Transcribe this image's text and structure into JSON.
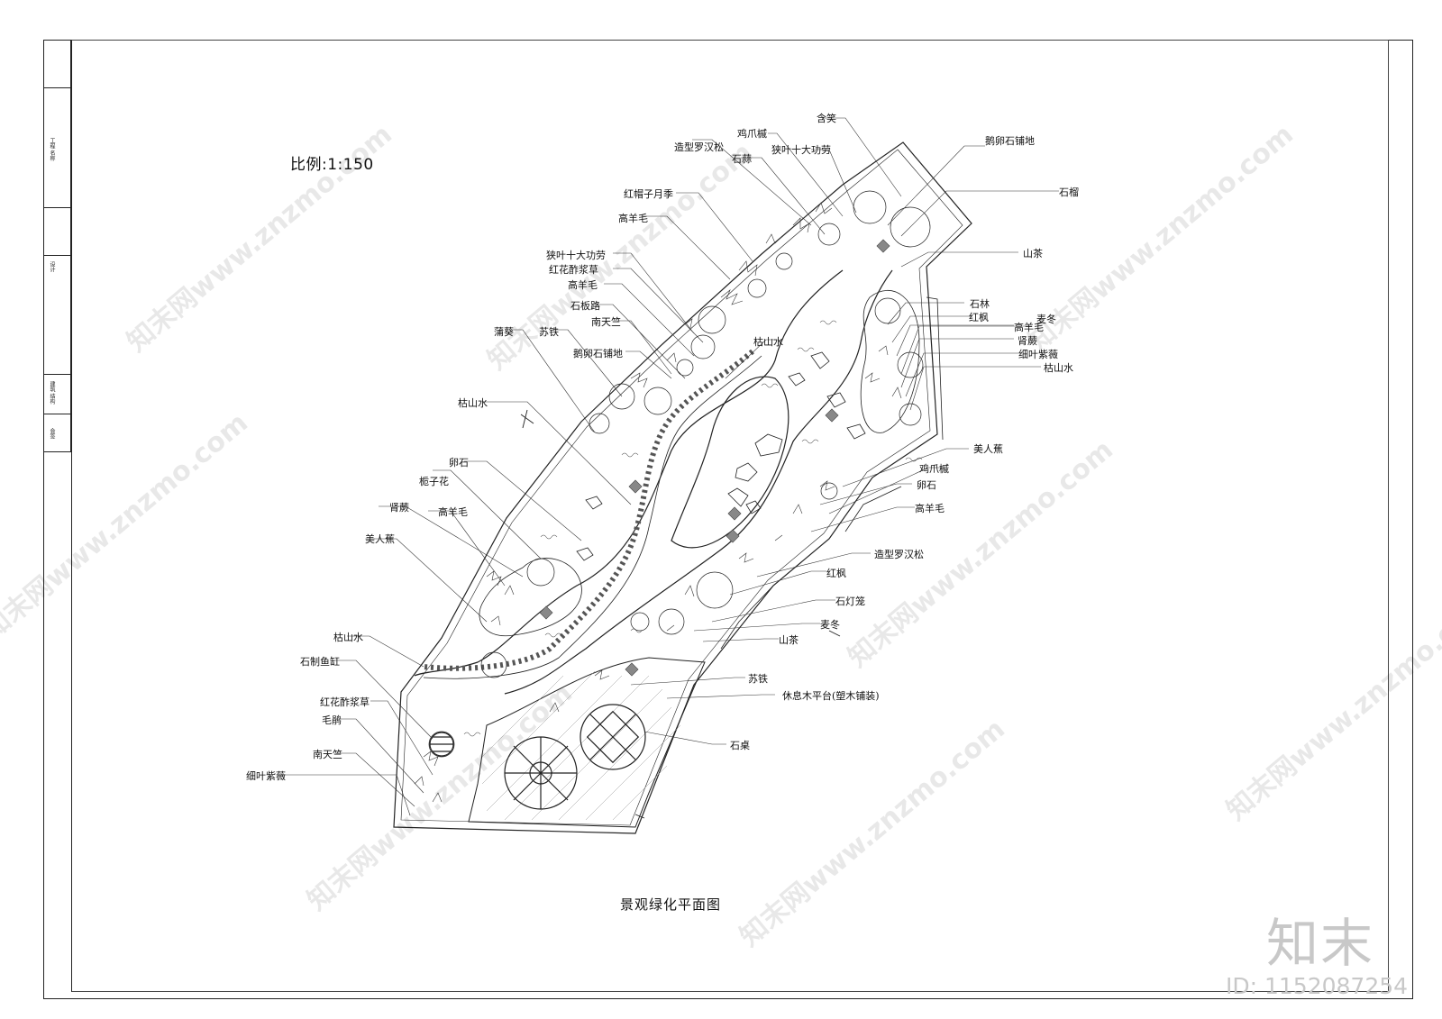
{
  "scale_text": "比例:1:150",
  "drawing_title": "景观绿化平面图",
  "brand": {
    "logo_text": "知末",
    "id_text": "ID: 1152087254",
    "watermark_text": "知末网www.znzmo.com"
  },
  "title_strip": [
    "会签",
    "建筑 结构",
    "设计",
    "工程 名称"
  ],
  "labels": [
    {
      "text": "含笑"
    },
    {
      "text": "鸡爪槭"
    },
    {
      "text": "造型罗汉松"
    },
    {
      "text": "狭叶十大功劳"
    },
    {
      "text": "石蒜"
    },
    {
      "text": "鹅卵石铺地"
    },
    {
      "text": "石榴"
    },
    {
      "text": "红帽子月季"
    },
    {
      "text": "高羊毛"
    },
    {
      "text": "山茶"
    },
    {
      "text": "狭叶十大功劳"
    },
    {
      "text": "红花酢浆草"
    },
    {
      "text": "高羊毛"
    },
    {
      "text": "石板路"
    },
    {
      "text": "南天竺"
    },
    {
      "text": "蒲葵"
    },
    {
      "text": "苏铁"
    },
    {
      "text": "鹅卵石铺地"
    },
    {
      "text": "枯山水"
    },
    {
      "text": "枯山水"
    },
    {
      "text": "石林"
    },
    {
      "text": "红枫"
    },
    {
      "text": "高羊毛"
    },
    {
      "text": "麦冬"
    },
    {
      "text": "肾蕨"
    },
    {
      "text": "细叶紫薇"
    },
    {
      "text": "枯山水"
    },
    {
      "text": "卵石"
    },
    {
      "text": "栀子花"
    },
    {
      "text": "肾蕨"
    },
    {
      "text": "高羊毛"
    },
    {
      "text": "美人蕉"
    },
    {
      "text": "美人蕉"
    },
    {
      "text": "鸡爪槭"
    },
    {
      "text": "卵石"
    },
    {
      "text": "高羊毛"
    },
    {
      "text": "造型罗汉松"
    },
    {
      "text": "红枫"
    },
    {
      "text": "石灯笼"
    },
    {
      "text": "麦冬"
    },
    {
      "text": "山茶"
    },
    {
      "text": "枯山水"
    },
    {
      "text": "石制鱼缸"
    },
    {
      "text": "苏铁"
    },
    {
      "text": "休息木平台(塑木铺装)"
    },
    {
      "text": "红花酢浆草"
    },
    {
      "text": "毛鹃"
    },
    {
      "text": "石桌"
    },
    {
      "text": "南天竺"
    },
    {
      "text": "细叶紫薇"
    }
  ]
}
